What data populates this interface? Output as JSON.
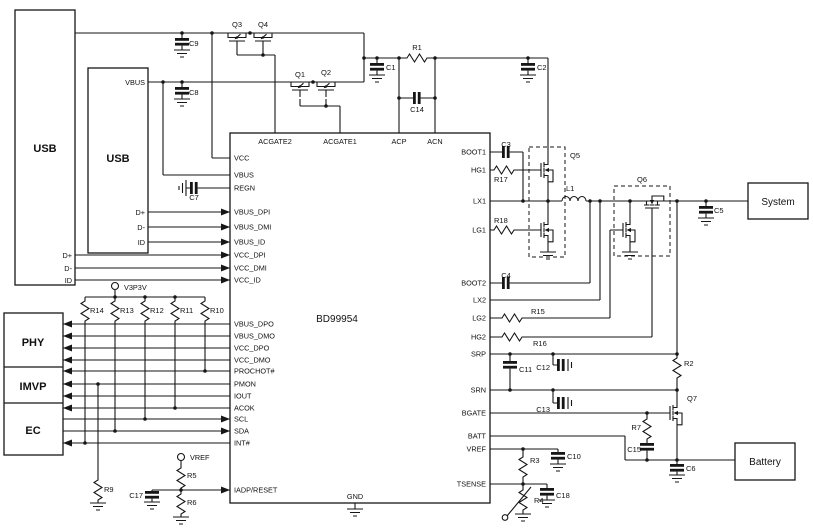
{
  "blocks": {
    "usb_outer": "USB",
    "usb_inner": "USB",
    "phy": "PHY",
    "imvp": "IMVP",
    "ec": "EC",
    "system": "System",
    "battery": "Battery"
  },
  "ic": {
    "name": "BD99954",
    "top_pins": [
      "ACGATE2",
      "ACGATE1",
      "ACP",
      "ACN"
    ],
    "left_pins": [
      "VCC",
      "VBUS",
      "REGN",
      "VBUS_DPI",
      "VBUS_DMI",
      "VBUS_ID",
      "VCC_DPI",
      "VCC_DMI",
      "VCC_ID",
      "VBUS_DPO",
      "VBUS_DMO",
      "VCC_DPO",
      "VCC_DMO",
      "PROCHOT#",
      "PMON",
      "IOUT",
      "ACOK",
      "SCL",
      "SDA",
      "INT#",
      "IADP/RESET"
    ],
    "right_pins": [
      "BOOT1",
      "HG1",
      "LX1",
      "LG1",
      "BOOT2",
      "LX2",
      "LG2",
      "HG2",
      "SRP",
      "SRN",
      "BGATE",
      "BATT",
      "VREF",
      "TSENSE"
    ],
    "bottom_pins": [
      "GND"
    ]
  },
  "nets": {
    "vbus": "VBUS",
    "v3p3v": "V3P3V",
    "vref": "VREF",
    "dplus": "D+",
    "dminus": "D-",
    "id": "ID"
  },
  "refs": {
    "q1": "Q1",
    "q2": "Q2",
    "q3": "Q3",
    "q4": "Q4",
    "q5": "Q5",
    "q6": "Q6",
    "q7": "Q7",
    "r1": "R1",
    "r2": "R2",
    "r3": "R3",
    "r4": "R4",
    "r5": "R5",
    "r6": "R6",
    "r7": "R7",
    "r9": "R9",
    "r10": "R10",
    "r11": "R11",
    "r12": "R12",
    "r13": "R13",
    "r14": "R14",
    "r15": "R15",
    "r16": "R16",
    "r17": "R17",
    "r18": "R18",
    "c1": "C1",
    "c2": "C2",
    "c3": "C3",
    "c4": "C4",
    "c5": "C5",
    "c6": "C6",
    "c7": "C7",
    "c8": "C8",
    "c9": "C9",
    "c10": "C10",
    "c11": "C11",
    "c12": "C12",
    "c13": "C13",
    "c14": "C14",
    "c15": "C15",
    "c17": "C17",
    "c18": "C18",
    "l1": "L1"
  }
}
